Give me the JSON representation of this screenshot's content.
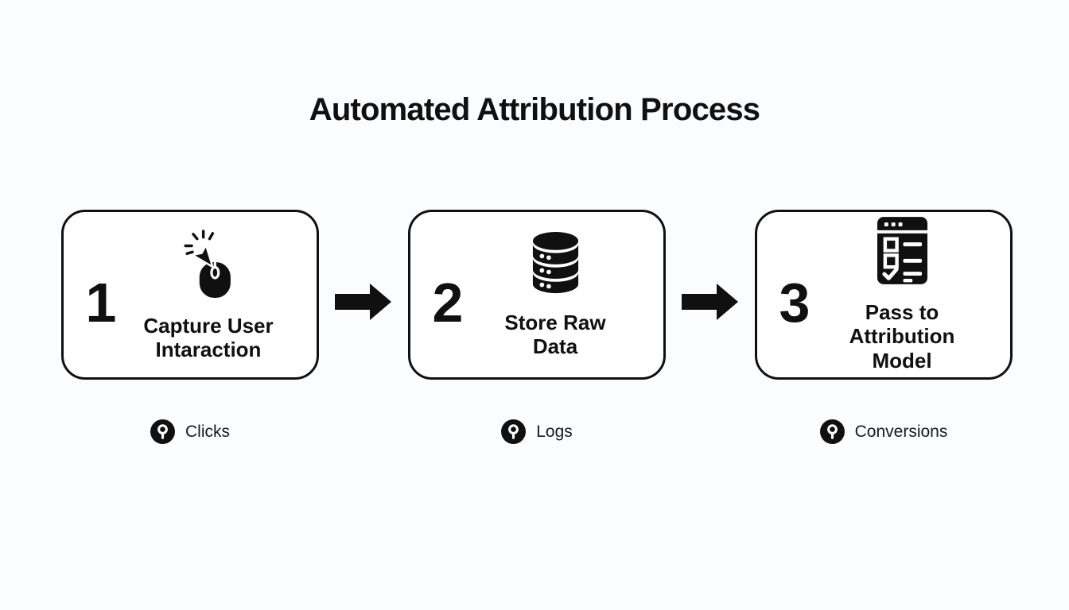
{
  "title": "Automated Attribution Process",
  "steps": [
    {
      "number": "1",
      "icon": "mouse-click-icon",
      "label_lines": [
        "Capture User",
        "Intaraction"
      ],
      "tag": {
        "icon": "pin-icon",
        "label": "Clicks"
      }
    },
    {
      "number": "2",
      "icon": "database-icon",
      "label_lines": [
        "Store Raw",
        "Data"
      ],
      "tag": {
        "icon": "pin-icon",
        "label": "Logs"
      }
    },
    {
      "number": "3",
      "icon": "checklist-icon",
      "label_lines": [
        "Pass to",
        "Attribution",
        "Model"
      ],
      "tag": {
        "icon": "pin-icon",
        "label": "Conversions"
      }
    }
  ],
  "connector_icon": "arrow-right-icon",
  "colors": {
    "background": "#fbfcfd",
    "card_background": "#ffffff",
    "ink": "#101010",
    "tag_text": "#1a1a1a"
  }
}
